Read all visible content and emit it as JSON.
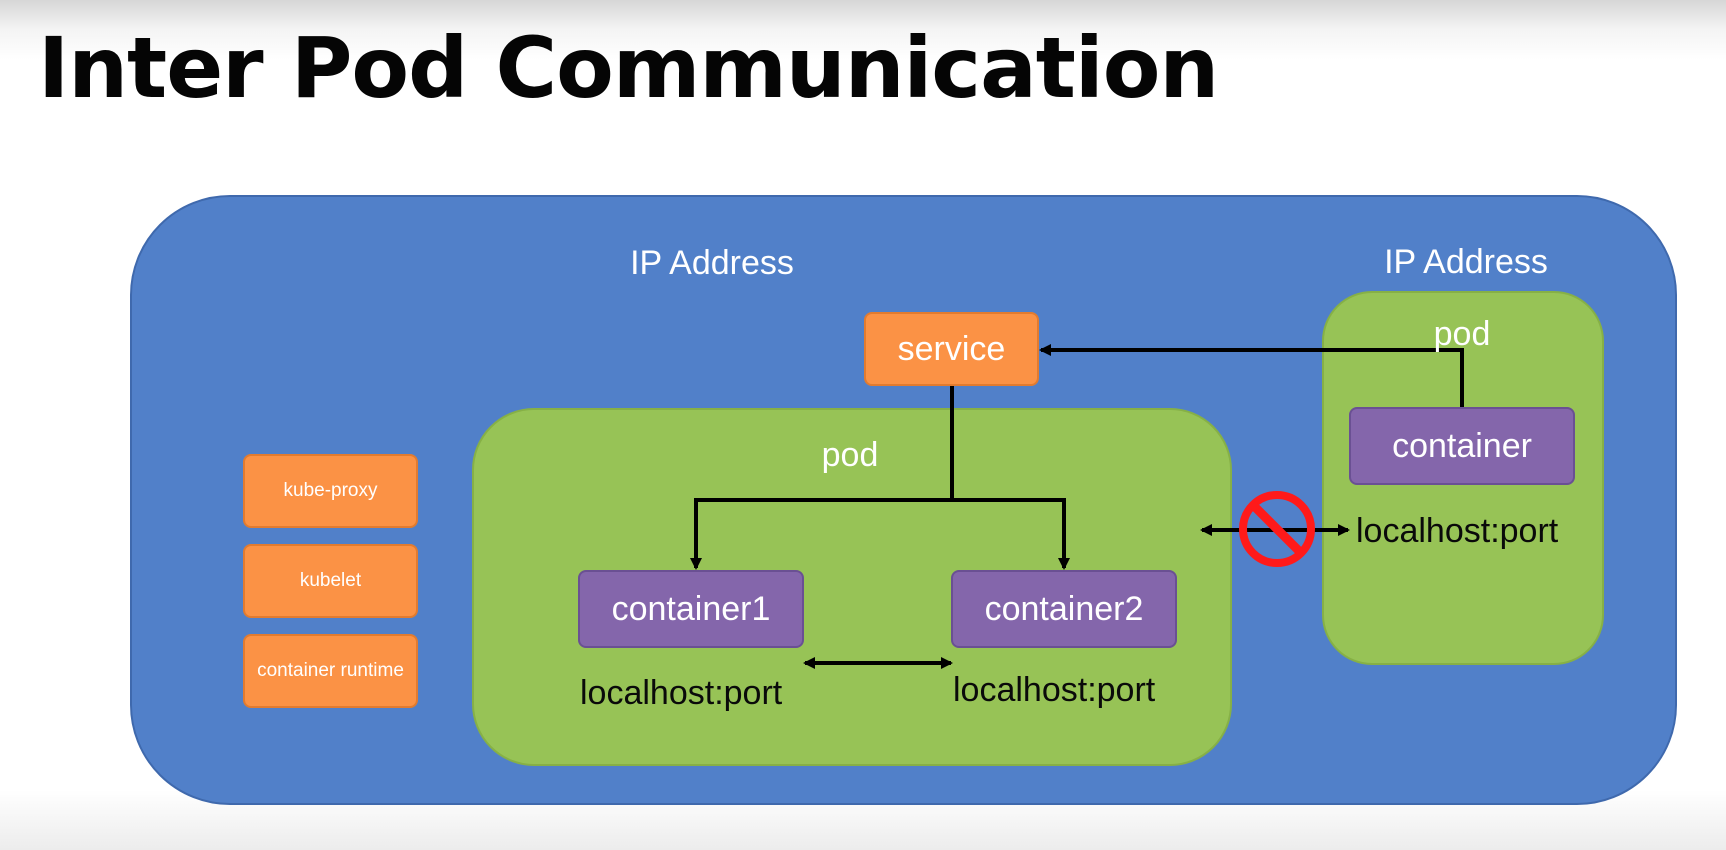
{
  "title": "Inter Pod Communication",
  "node": {
    "ip_label": "IP Address",
    "components": [
      {
        "label": "kube-proxy"
      },
      {
        "label": "kubelet"
      },
      {
        "label": "container runtime"
      }
    ],
    "service_label": "service",
    "pod": {
      "label": "pod",
      "containers": [
        {
          "label": "container1",
          "endpoint": "localhost:port"
        },
        {
          "label": "container2",
          "endpoint": "localhost:port"
        }
      ]
    }
  },
  "remote_pod": {
    "ip_label": "IP Address",
    "label": "pod",
    "container": {
      "label": "container",
      "endpoint": "localhost:port"
    }
  },
  "colors": {
    "node": "#5180c9",
    "pod": "#97c356",
    "service": "#fb9245",
    "container": "#8466ab",
    "blocked": "#ff1a1a"
  },
  "icons": {
    "blocked": "no-entry-icon"
  }
}
